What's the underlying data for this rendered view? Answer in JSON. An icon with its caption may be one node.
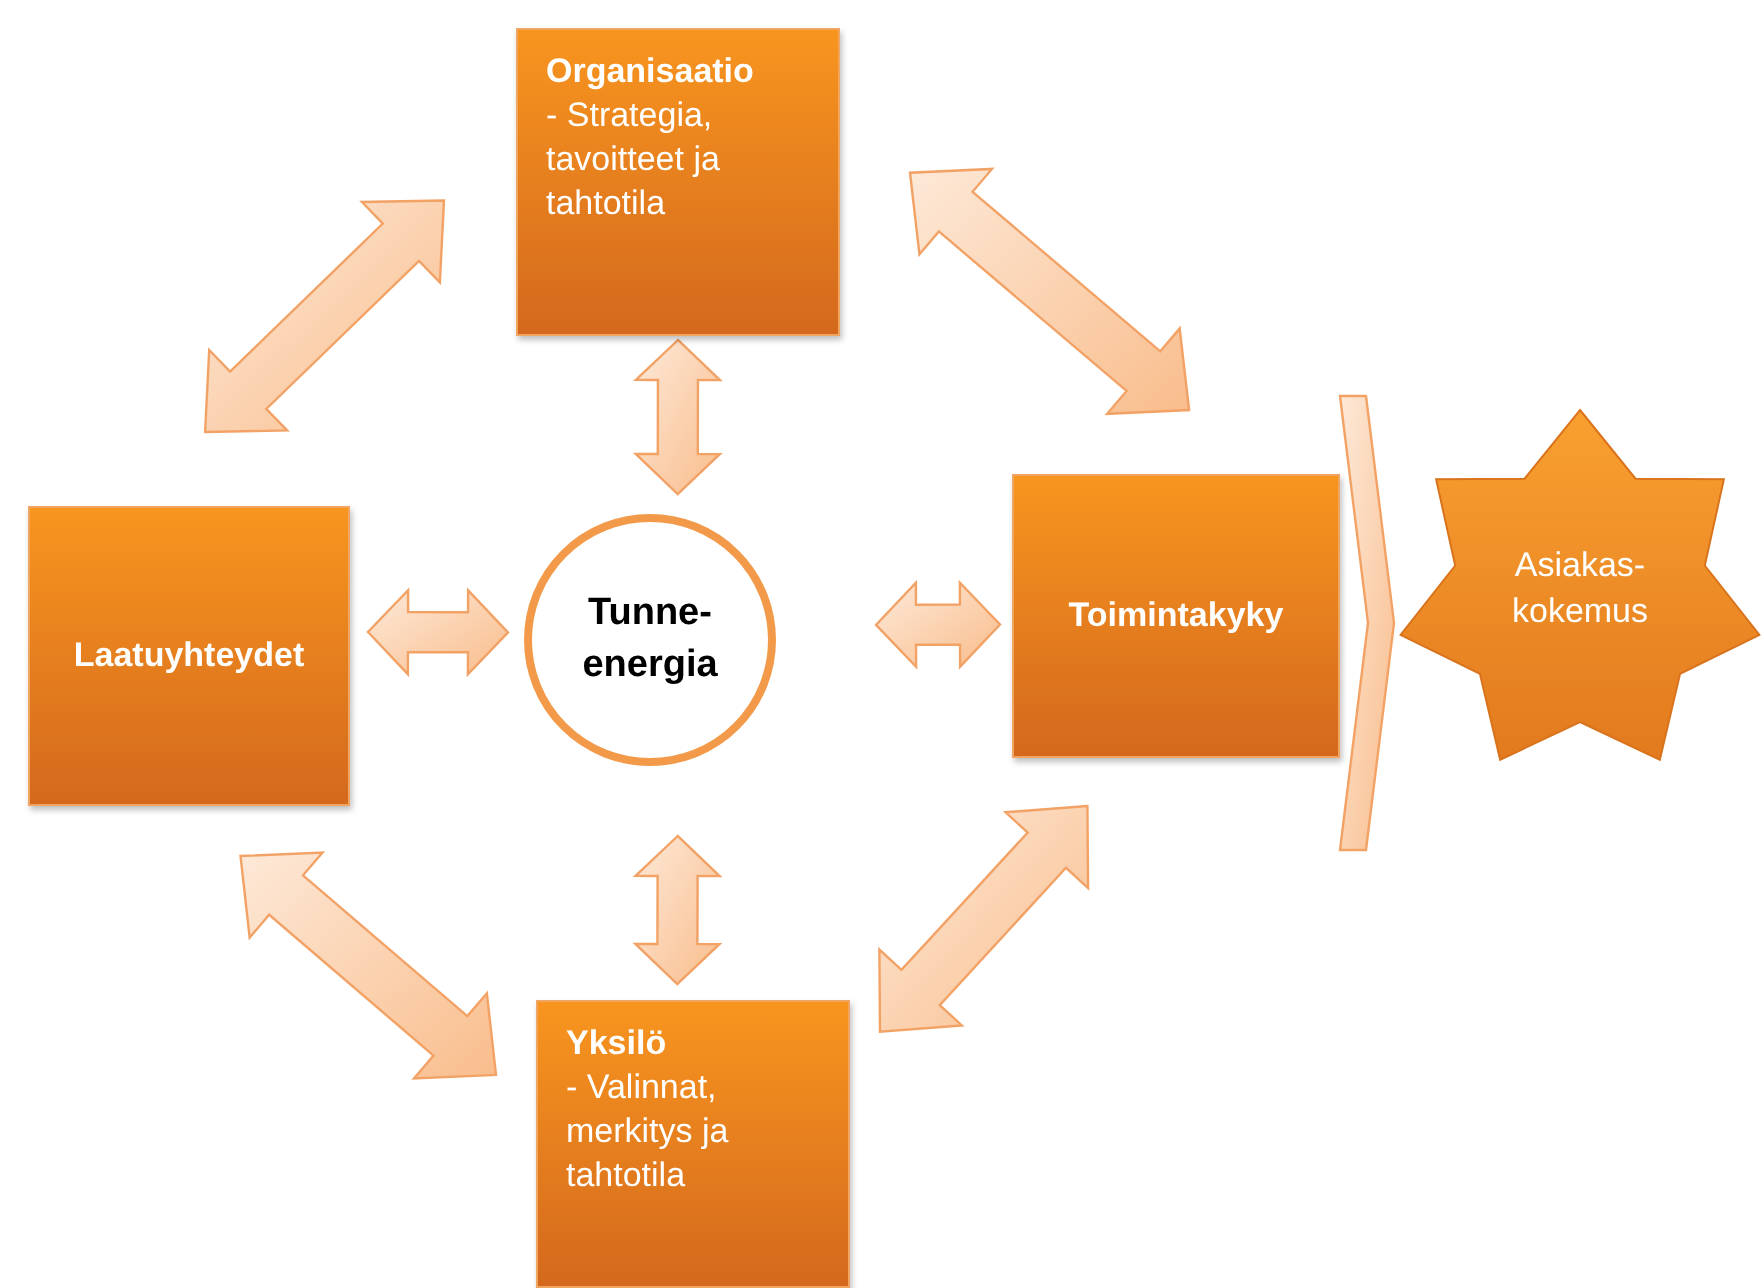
{
  "diagram": {
    "nodes": [
      {
        "text": [
          "Organisaatio",
          "- Strategia, tavoitteet ja tahtotila"
        ]
      },
      {
        "text": [
          "Laatuyhteydet"
        ]
      },
      {
        "text": [
          "Tunne-energia"
        ]
      },
      {
        "text": [
          "Toimintakyky"
        ]
      },
      {
        "text": [
          "Asiakas-kokemus"
        ]
      },
      {
        "text": [
          "Yksilö",
          "- Valinnat, merkitys ja tahtotila"
        ]
      }
    ],
    "edges": [
      {
        "from": 0,
        "to": 2,
        "arrow": "both"
      },
      {
        "from": 1,
        "to": 2,
        "arrow": "both"
      },
      {
        "from": 2,
        "to": 3,
        "arrow": "both"
      },
      {
        "from": 2,
        "to": 5,
        "arrow": "both"
      },
      {
        "from": 0,
        "to": 1,
        "arrow": "both"
      },
      {
        "from": 0,
        "to": 3,
        "arrow": "both"
      },
      {
        "from": 1,
        "to": 5,
        "arrow": "both"
      },
      {
        "from": 3,
        "to": 5,
        "arrow": "both"
      },
      {
        "from": 3,
        "to": 4,
        "arrow": "to"
      }
    ]
  }
}
